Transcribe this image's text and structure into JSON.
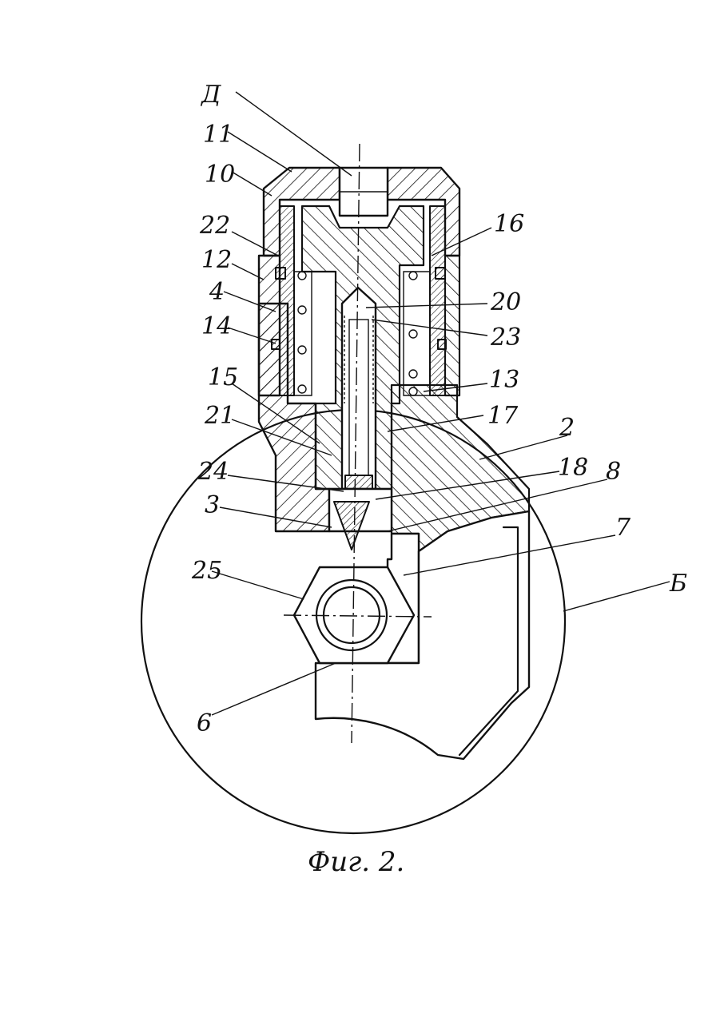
{
  "caption": "Фиг. 2.",
  "labels": {
    "D": "Д",
    "n11": "11",
    "n10": "10",
    "n22": "22",
    "n12": "12",
    "n4": "4",
    "n14": "14",
    "n15": "15",
    "n21": "21",
    "n24": "24",
    "n3": "3",
    "n25": "25",
    "n6": "6",
    "n16": "16",
    "n20": "20",
    "n23": "23",
    "n13": "13",
    "n17": "17",
    "n2": "2",
    "n18": "18",
    "n8": "8",
    "n7": "7",
    "B": "Б"
  }
}
